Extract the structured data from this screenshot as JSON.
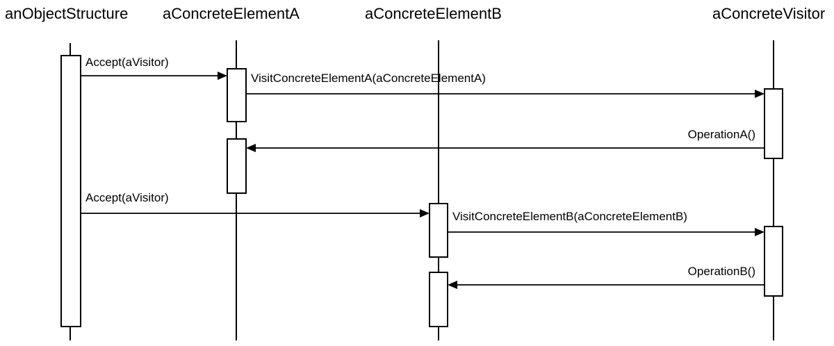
{
  "participants": [
    {
      "id": "object_structure",
      "label": "anObjectStructure"
    },
    {
      "id": "element_a",
      "label": "aConcreteElementA"
    },
    {
      "id": "element_b",
      "label": "aConcreteElementB"
    },
    {
      "id": "visitor",
      "label": "aConcreteVisitor"
    }
  ],
  "messages": [
    {
      "from": "object_structure",
      "to": "element_a",
      "label": "Accept(aVisitor)"
    },
    {
      "from": "element_a",
      "to": "visitor",
      "label": "VisitConcreteElementA(aConcreteElementA)"
    },
    {
      "from": "visitor",
      "to": "element_a",
      "label": "OperationA()"
    },
    {
      "from": "object_structure",
      "to": "element_b",
      "label": "Accept(aVisitor)"
    },
    {
      "from": "element_b",
      "to": "visitor",
      "label": "VisitConcreteElementB(aConcreteElementB)"
    },
    {
      "from": "visitor",
      "to": "element_b",
      "label": "OperationB()"
    }
  ]
}
